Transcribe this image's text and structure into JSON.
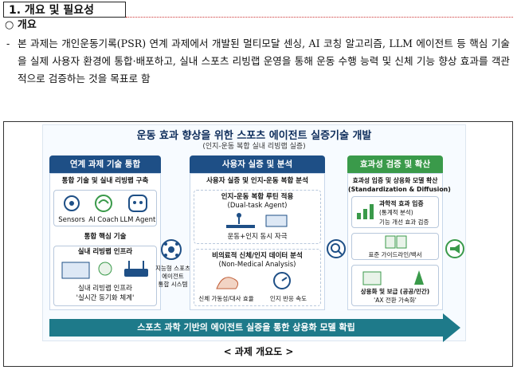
{
  "section": {
    "number_title": "1. 개요 및 필요성"
  },
  "overview": {
    "marker": "○",
    "heading": "개요"
  },
  "paragraph": {
    "dash": "-",
    "text": "본 과제는 개인운동기록(PSR) 연계 과제에서 개발된 멀티모달 센싱, AI 코칭 알고리즘, LLM 에이전트 등 핵심 기술을 실제 사용자 환경에 통합·배포하고, 실내 스포츠 리빙랩 운영을 통해 운동 수행 능력 및 신체 기능 향상 효과를 객관적으로 검증하는 것을 목표로 함"
  },
  "diagram": {
    "title": "운동 효과 향상을 위한 스포츠 에이전트 실증기술 개발",
    "subtitle": "(인지-운동 복합 실내 리빙랩 실증)",
    "col1": {
      "header": "연계 과제 기술 통합",
      "sub": "통합 기술 및 실내 리빙랩 구축",
      "sensors": "Sensors",
      "ai_coach": "AI Coach",
      "llm_agent": "LLM Agent",
      "core_tech": "통합 핵심 기술",
      "infra": "실내 리빙랩 인프라",
      "infra_label": "실내 리빙랩 인프라",
      "infra_caption": "'실시간 동기화 체계'"
    },
    "center_node": {
      "line1": "지능형 스포츠",
      "line2": "에이전트",
      "line3": "통합 시스템"
    },
    "col2": {
      "header": "사용자 실증 및 분석",
      "sub": "사용자 실증 및 인지-운동 복합 분석",
      "box1_title": "인지-운동 복합 루틴 적용",
      "box1_sub": "(Dual-task Agent)",
      "box1_caption": "운동+인지 동시 자극",
      "box2_title": "비의료적 신체/인지 데이터 분석",
      "box2_sub": "(Non-Medical Analysis)",
      "box2_cap1": "신체 가동성/대사 효율",
      "box2_cap2": "인지 반응 속도"
    },
    "col3": {
      "header": "효과성 검증 및 확산",
      "sub1": "효과성 입증 및 상용화 모델 확산",
      "sub2": "(Standardization & Diffusion)",
      "item1_title": "과학적 효과 입증",
      "item1_sub": "(통계적 분석)",
      "item1_caption": "기능 개선 효과 검증",
      "item2_caption": "표준 가이드라인/백서",
      "item3_title": "상용화 및 보급 (공공/민간)",
      "item3_caption": "'AX 전환 가속화'"
    },
    "bottom_banner": "스포츠 과학 기반의 에이전트 실증을 통한 상용화 모델 확립"
  },
  "caption": "< 과제 개요도 >",
  "colors": {
    "blue": "#1e4f86",
    "green": "#3a9a4a",
    "teal": "#1e7a8a",
    "title": "#0d2c5a"
  }
}
